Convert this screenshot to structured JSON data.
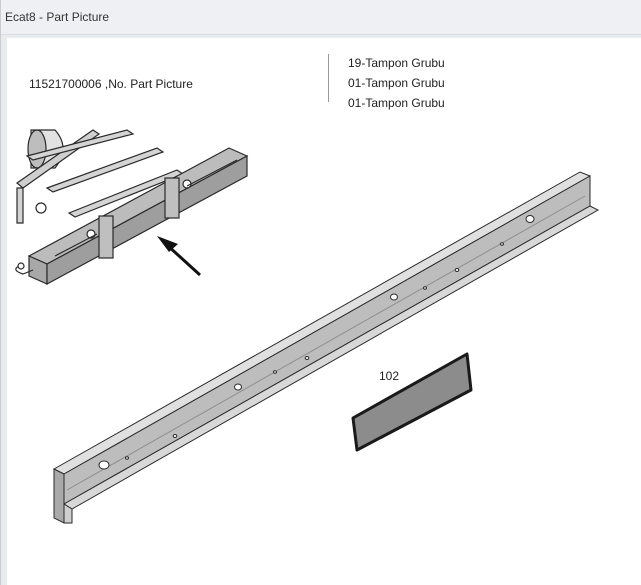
{
  "window": {
    "title": "Ecat8 - Part Picture"
  },
  "part": {
    "title": "11521700006 ,No. Part Picture"
  },
  "groups": [
    "19-Tampon Grubu",
    "01-Tampon Grubu",
    "01-Tampon Grubu"
  ],
  "drawing": {
    "part_number_label": "102",
    "icons": [
      "chassis-overview-icon",
      "arrow-icon",
      "chassis-rail-icon",
      "tampon-plate-icon"
    ]
  },
  "colors": {
    "titlebar": "#eef0f3",
    "plate_fill": "#8c8c8c",
    "rail_fill": "#c9c9c9",
    "line": "#2a2a2a"
  }
}
